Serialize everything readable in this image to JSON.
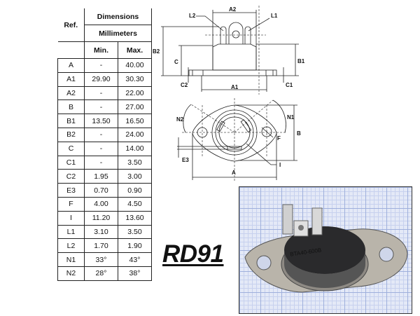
{
  "table": {
    "header_ref": "Ref.",
    "header_dimensions": "Dimensions",
    "header_unit": "Millimeters",
    "header_min": "Min.",
    "header_max": "Max.",
    "rows": [
      {
        "ref": "A",
        "min": "-",
        "max": "40.00"
      },
      {
        "ref": "A1",
        "min": "29.90",
        "max": "30.30"
      },
      {
        "ref": "A2",
        "min": "-",
        "max": "22.00"
      },
      {
        "ref": "B",
        "min": "-",
        "max": "27.00"
      },
      {
        "ref": "B1",
        "min": "13.50",
        "max": "16.50"
      },
      {
        "ref": "B2",
        "min": "-",
        "max": "24.00"
      },
      {
        "ref": "C",
        "min": "-",
        "max": "14.00"
      },
      {
        "ref": "C1",
        "min": "-",
        "max": "3.50"
      },
      {
        "ref": "C2",
        "min": "1.95",
        "max": "3.00"
      },
      {
        "ref": "E3",
        "min": "0.70",
        "max": "0.90"
      },
      {
        "ref": "F",
        "min": "4.00",
        "max": "4.50"
      },
      {
        "ref": "I",
        "min": "11.20",
        "max": "13.60"
      },
      {
        "ref": "L1",
        "min": "3.10",
        "max": "3.50"
      },
      {
        "ref": "L2",
        "min": "1.70",
        "max": "1.90"
      },
      {
        "ref": "N1",
        "min": "33°",
        "max": "43°"
      },
      {
        "ref": "N2",
        "min": "28°",
        "max": "38°"
      }
    ]
  },
  "side_view_labels": {
    "a2": "A2",
    "l2": "L2",
    "l1": "L1",
    "b2": "B2",
    "c": "C",
    "b1": "B1",
    "c2": "C2",
    "a1": "A1",
    "c1": "C1"
  },
  "top_view_labels": {
    "n2": "N2",
    "n1": "N1",
    "b": "B",
    "f": "F",
    "e3": "E3",
    "i": "I",
    "a": "A"
  },
  "package_name": "RD91",
  "photo": {
    "marking": "BTA40-600B"
  }
}
